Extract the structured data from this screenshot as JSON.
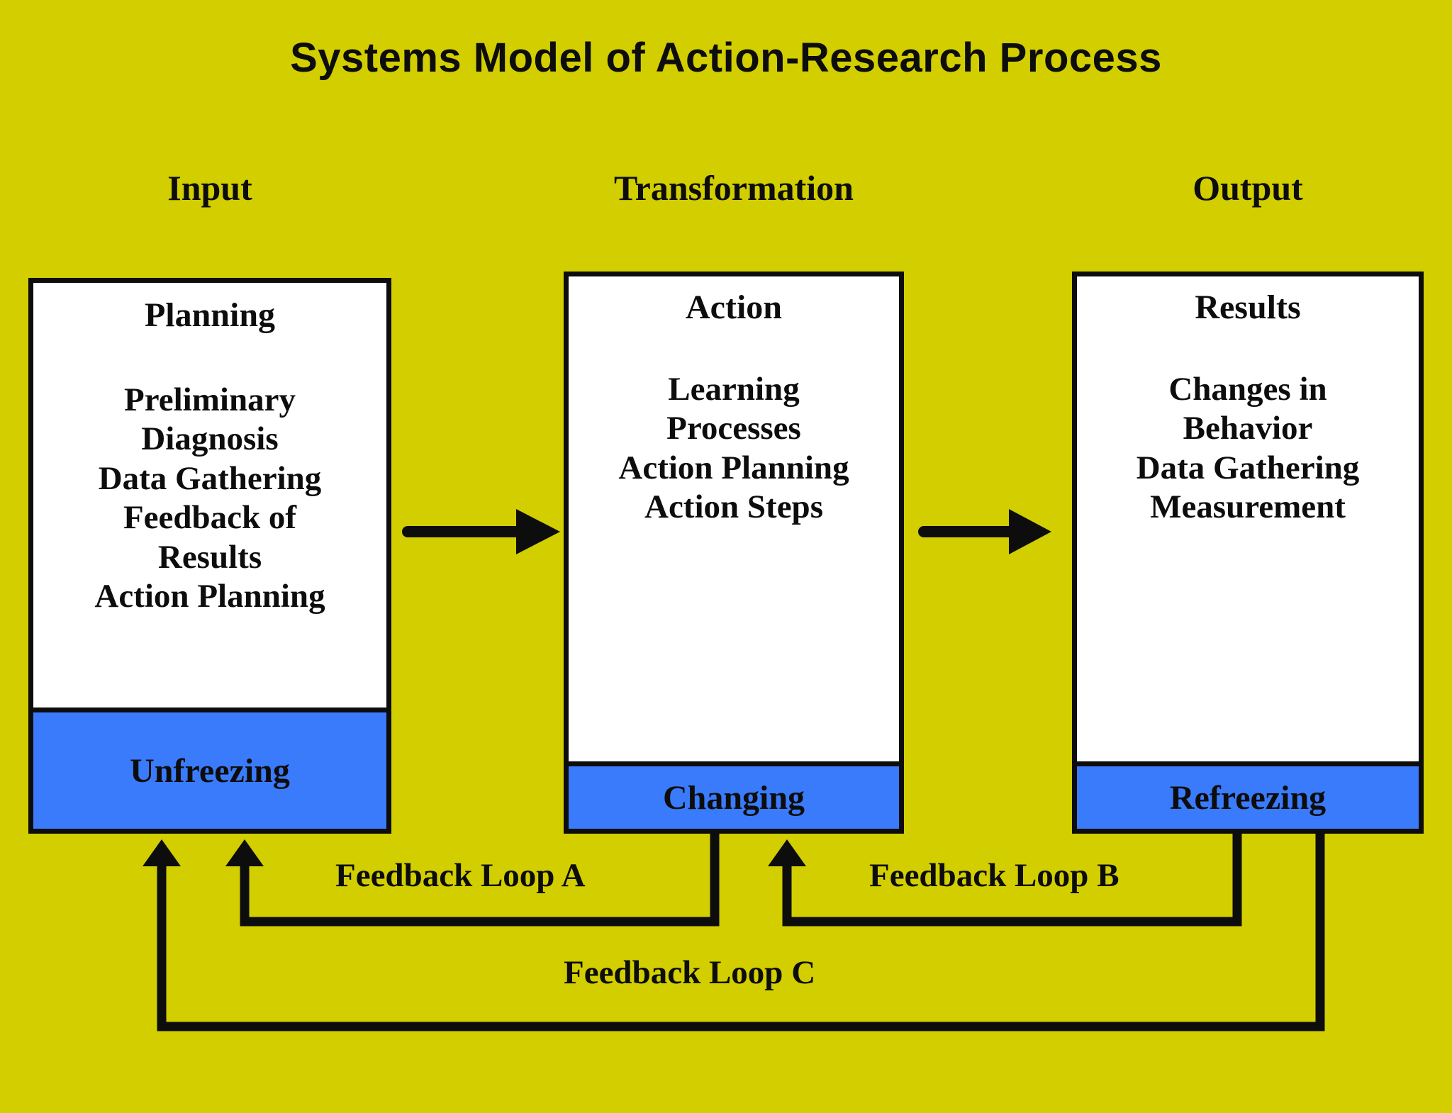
{
  "title": "Systems Model of Action-Research Process",
  "colors": {
    "background": "#d2ce00",
    "box_fill": "#ffffff",
    "box_border": "#0d0d0d",
    "footer_blue": "#3a7bfb",
    "text": "#0d0d0d"
  },
  "columns": [
    {
      "header": "Input"
    },
    {
      "header": "Transformation"
    },
    {
      "header": "Output"
    }
  ],
  "boxes": [
    {
      "heading": "Planning",
      "items": [
        "Preliminary",
        "Diagnosis",
        "Data Gathering",
        "Feedback of",
        "Results",
        "Action Planning"
      ],
      "footer": "Unfreezing"
    },
    {
      "heading": "Action",
      "items": [
        "Learning",
        "Processes",
        "Action Planning",
        "Action Steps"
      ],
      "footer": "Changing"
    },
    {
      "heading": "Results",
      "items": [
        "Changes in",
        "Behavior",
        "Data Gathering",
        "Measurement"
      ],
      "footer": "Refreezing"
    }
  ],
  "flow_arrows": [
    {
      "name": "planning-to-action"
    },
    {
      "name": "action-to-results"
    }
  ],
  "feedback_loops": [
    {
      "label": "Feedback Loop A",
      "from": "Changing",
      "to": "Unfreezing"
    },
    {
      "label": "Feedback Loop B",
      "from": "Refreezing",
      "to": "Changing"
    },
    {
      "label": "Feedback Loop C",
      "from": "Refreezing",
      "to": "Unfreezing"
    }
  ]
}
